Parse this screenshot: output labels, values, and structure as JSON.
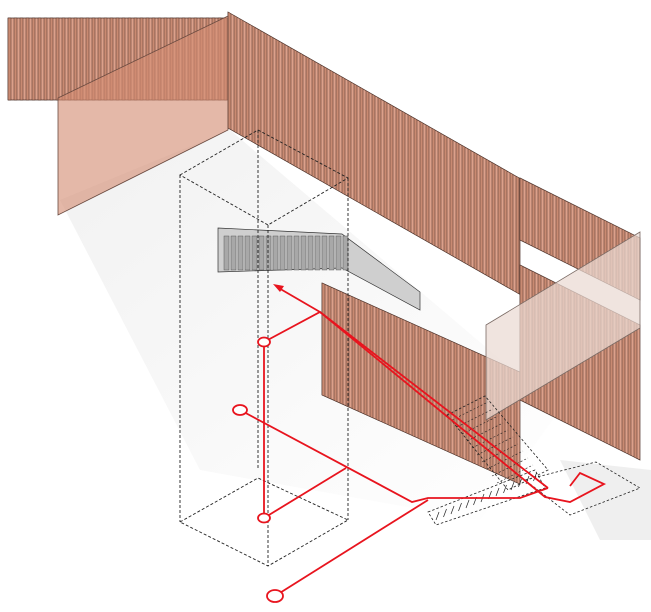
{
  "colors": {
    "background": "#ffffff",
    "slat_light": "#dca08a",
    "slat_dark": "#c98a72",
    "slat_line": "#4a3028",
    "glass_fill": "#d48c72",
    "glass_light": "#e8d4cc",
    "stair_grey": "#cfcfcf",
    "stair_grey_dark": "#a8a8a8",
    "dashed_outline": "#222222",
    "route_red": "#e8141e",
    "shadow": "#d9d9d9"
  },
  "icons": {
    "route_nodes": [
      "ellipse-node",
      "ellipse-node",
      "ellipse-node",
      "ellipse-node"
    ],
    "arrow": "arrow-head-icon"
  }
}
